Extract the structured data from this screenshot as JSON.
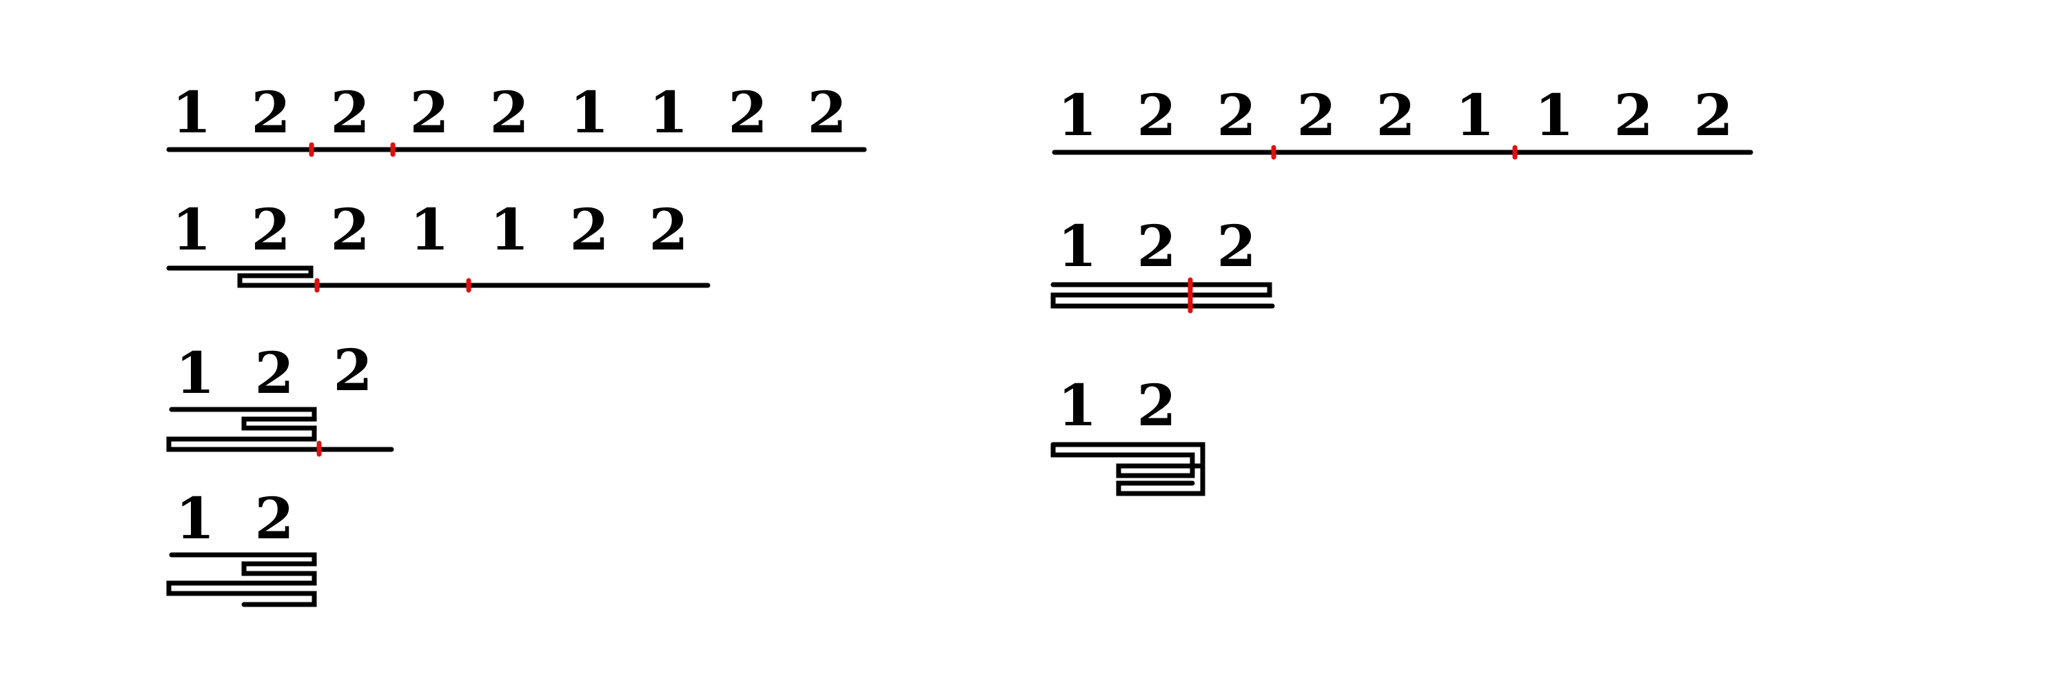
{
  "panels": [
    {
      "name": "left",
      "steps": [
        {
          "labels": [
            "1",
            "2",
            "2",
            "2",
            "2",
            "1",
            "1",
            "2",
            "2"
          ]
        },
        {
          "labels": [
            "1",
            "2",
            "2",
            "1",
            "1",
            "2",
            "2"
          ]
        },
        {
          "labels": [
            "1",
            "2",
            "2"
          ]
        },
        {
          "labels": [
            "1",
            "2"
          ]
        }
      ]
    },
    {
      "name": "right",
      "steps": [
        {
          "labels": [
            "1",
            "2",
            "2",
            "2",
            "2",
            "1",
            "1",
            "2",
            "2"
          ]
        },
        {
          "labels": [
            "1",
            "2",
            "2"
          ]
        },
        {
          "labels": [
            "1",
            "2"
          ]
        }
      ]
    }
  ],
  "colors": {
    "strip": "#000000",
    "crease": "#e01010",
    "background": "#ffffff"
  }
}
